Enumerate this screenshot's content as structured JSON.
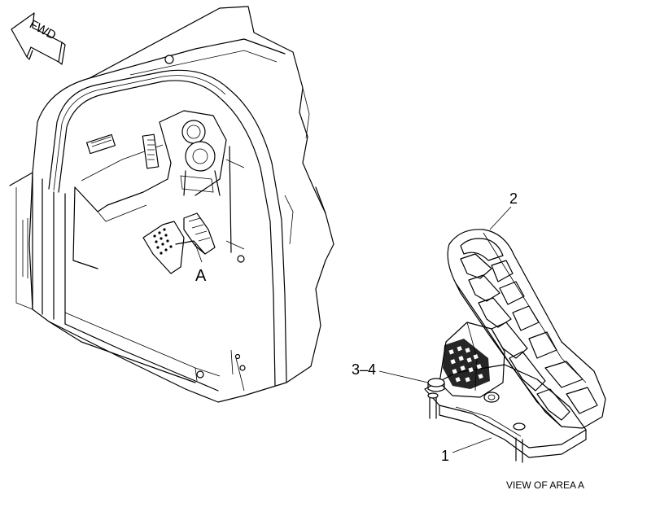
{
  "arrow": {
    "label": "FWD"
  },
  "callouts": {
    "area": "A",
    "part1": "1",
    "part2": "2",
    "part34": "3–4"
  },
  "caption": "VIEW OF AREA A"
}
